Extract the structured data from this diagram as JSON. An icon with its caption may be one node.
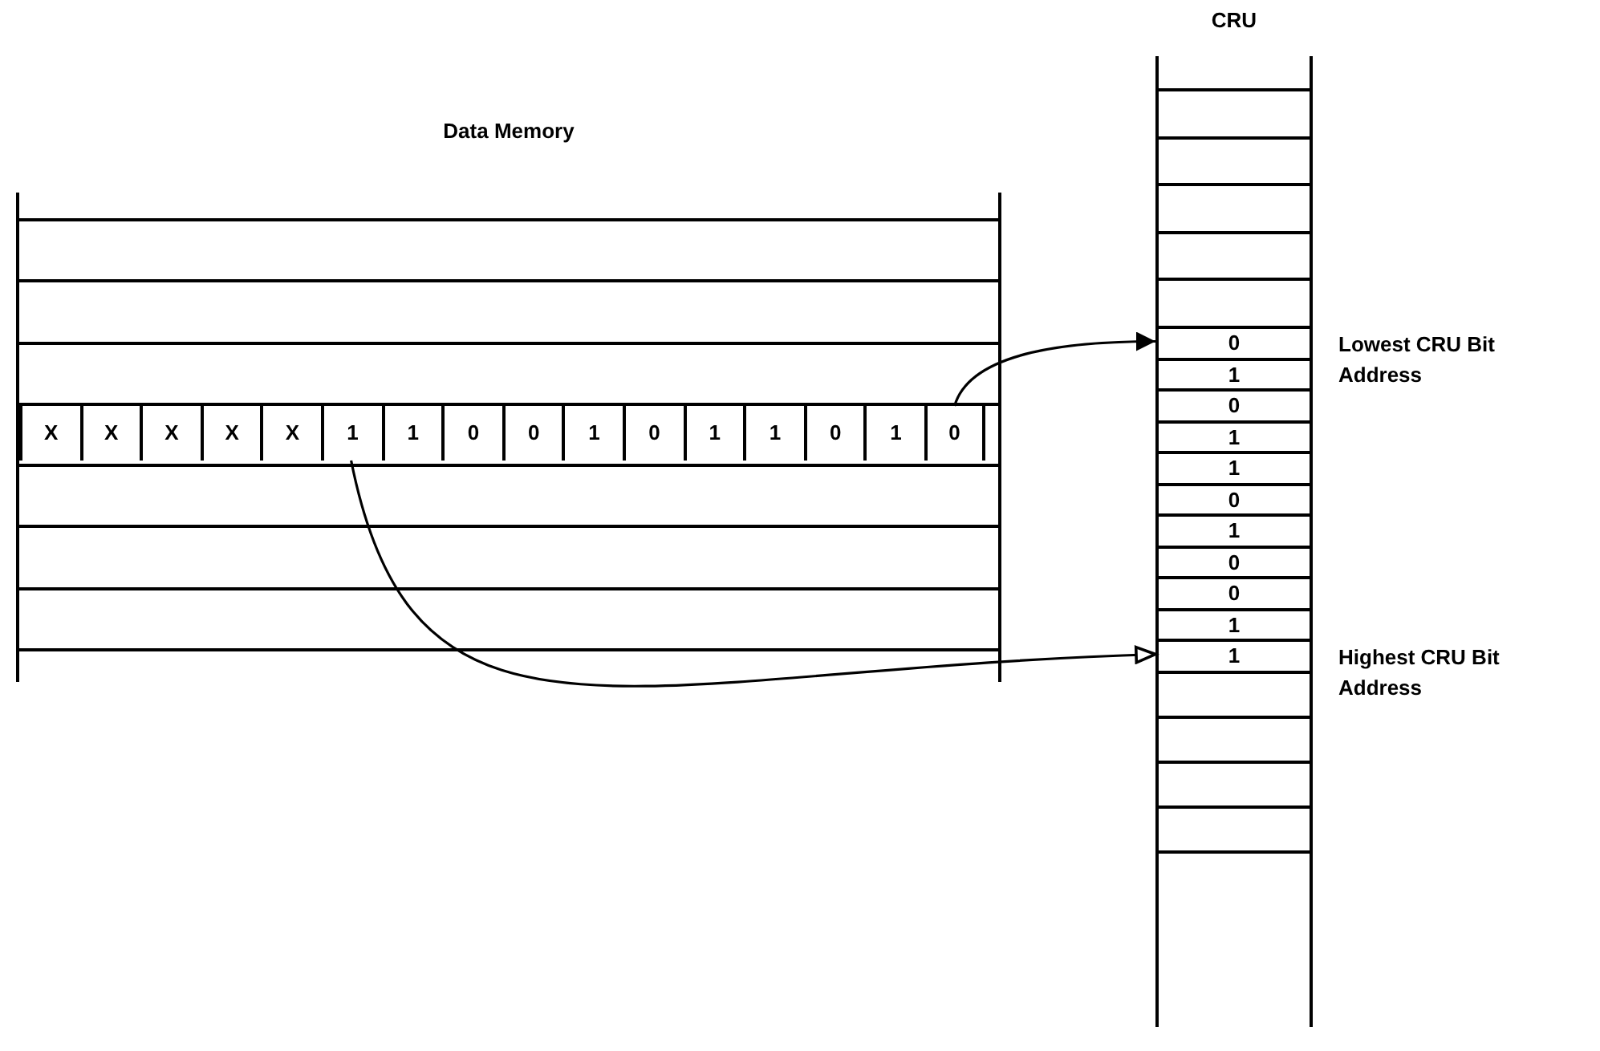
{
  "diagram": {
    "nodes": [
      {
        "text": [
          "Data Memory"
        ]
      },
      {
        "text": [
          "X"
        ],
        "in": 0
      },
      {
        "text": [
          "X"
        ],
        "in": 0
      },
      {
        "text": [
          "X"
        ],
        "in": 0
      },
      {
        "text": [
          "X"
        ],
        "in": 0
      },
      {
        "text": [
          "X"
        ],
        "in": 0
      },
      {
        "text": [
          "1"
        ],
        "in": 0
      },
      {
        "text": [
          "1"
        ],
        "in": 0
      },
      {
        "text": [
          "0"
        ],
        "in": 0
      },
      {
        "text": [
          "0"
        ],
        "in": 0
      },
      {
        "text": [
          "1"
        ],
        "in": 0
      },
      {
        "text": [
          "0"
        ],
        "in": 0
      },
      {
        "text": [
          "1"
        ],
        "in": 0
      },
      {
        "text": [
          "1"
        ],
        "in": 0
      },
      {
        "text": [
          "0"
        ],
        "in": 0
      },
      {
        "text": [
          "1"
        ],
        "in": 0
      },
      {
        "text": [
          "0"
        ],
        "in": 0
      },
      {
        "text": [
          "CRU"
        ]
      },
      {
        "text": [],
        "shape": "box",
        "in": 17
      },
      {
        "text": [],
        "shape": "box",
        "in": 17
      },
      {
        "text": [],
        "shape": "box",
        "in": 17
      },
      {
        "text": [],
        "shape": "box",
        "in": 17
      },
      {
        "text": [],
        "shape": "box",
        "in": 17
      },
      {
        "text": [
          "0"
        ],
        "in": 17,
        "beside": [
          "Lowest CRU Bit Address"
        ]
      },
      {
        "text": [
          "1"
        ],
        "in": 17
      },
      {
        "text": [
          "0"
        ],
        "in": 17
      },
      {
        "text": [
          "1"
        ],
        "in": 17
      },
      {
        "text": [
          "1"
        ],
        "in": 17
      },
      {
        "text": [
          "0"
        ],
        "in": 17
      },
      {
        "text": [
          "1"
        ],
        "in": 17
      },
      {
        "text": [
          "0"
        ],
        "in": 17
      },
      {
        "text": [
          "0"
        ],
        "in": 17
      },
      {
        "text": [
          "1"
        ],
        "in": 17
      },
      {
        "text": [
          "1"
        ],
        "in": 17,
        "beside": [
          "Highest CRU Bit Address"
        ]
      },
      {
        "text": [],
        "shape": "box",
        "in": 17
      },
      {
        "text": [],
        "shape": "box",
        "in": 17
      },
      {
        "text": [],
        "shape": "box",
        "in": 17
      },
      {
        "text": [],
        "shape": "box",
        "in": 17
      },
      {
        "text": [],
        "shape": "box",
        "in": 17
      }
    ],
    "edges": [
      {
        "from": 16,
        "to": 23,
        "arrow": "to"
      },
      {
        "from": 6,
        "to": 33,
        "arrow": "to"
      }
    ]
  }
}
